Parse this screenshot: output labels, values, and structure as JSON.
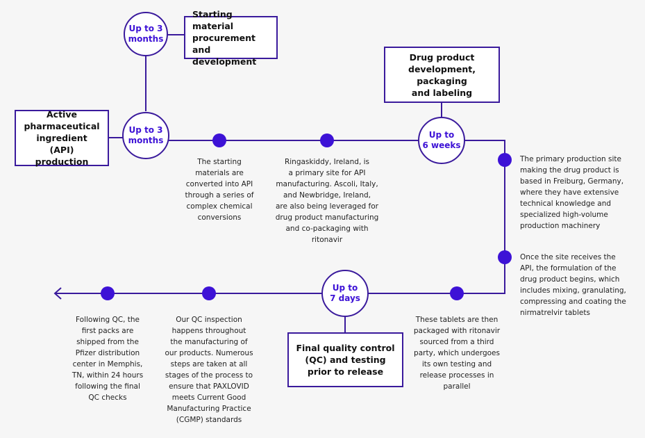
{
  "colors": {
    "line": "#3a1a9c",
    "node_fill": "#3d12d6",
    "circle_fill": "#ffffff",
    "circle_text": "#3d12d6",
    "background": "#f6f6f6"
  },
  "durations": {
    "starting_material": "Up to 3\nmonths",
    "api": "Up to 3\nmonths",
    "drug_product": "Up to\n6 weeks",
    "qc": "Up to\n7 days"
  },
  "stages": {
    "starting_material": "Starting material\nprocurement and\ndevelopment",
    "api": "Active\npharmaceutical\ningredient (API)\nproduction",
    "drug_product": "Drug product\ndevelopment, packaging\nand labeling",
    "qc": "Final quality control\n(QC) and testing\nprior to release"
  },
  "descriptions": {
    "conversion": "The starting\nmaterials are\nconverted into API\nthrough a series of\ncomplex chemical\nconversions",
    "ringaskiddy": "Ringaskiddy, Ireland, is\na primary site for API\nmanufacturing. Ascoli, Italy,\nand Newbridge, Ireland,\nare also being leveraged for\ndrug product manufacturing\nand co-packaging with\nritonavir",
    "freiburg": "The primary production site\nmaking the drug product is\nbased in Freiburg, Germany,\nwhere they have extensive\ntechnical knowledge and\nspecialized high-volume\nproduction machinery",
    "formulation": "Once the site receives the\nAPI, the formulation of the\ndrug product begins, which\nincludes mixing, granulating,\ncompressing and coating the\nnirmatrelvir tablets",
    "packaging": "These tablets are then\npackaged with ritonavir\nsourced from a third\nparty, which undergoes\nits own testing and\nrelease processes in\nparallel",
    "inspection": "Our QC inspection\nhappens throughout\nthe manufacturing of\nour products. Numerous\nsteps are taken at all\nstages of the process to\nensure that PAXLOVID\nmeets Current Good\nManufacturing Practice\n(CGMP) standards",
    "shipping": "Following QC, the\nfirst packs are\nshipped from the\nPfizer distribution\ncenter in Memphis,\nTN, within 24 hours\nfollowing the final\nQC checks"
  }
}
